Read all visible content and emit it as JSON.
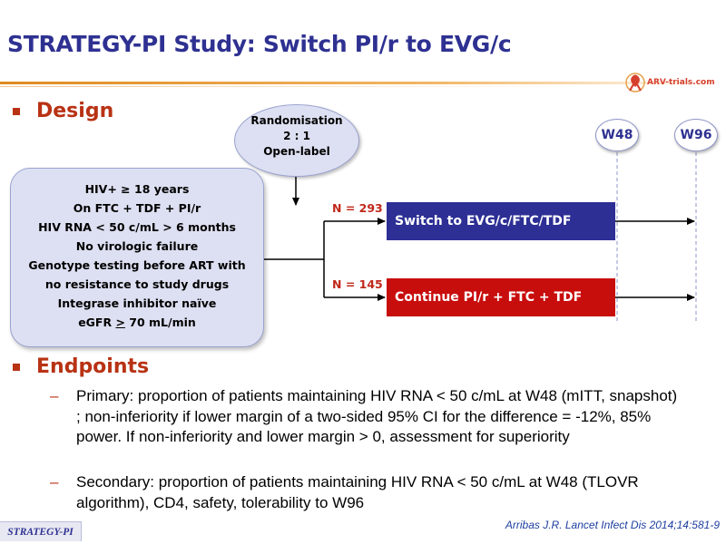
{
  "slide": {
    "title": "STRATEGY-PI Study: Switch PI/r to EVG/c",
    "logo_text": "ARV-trials.com",
    "accent_color": "#2e3191",
    "heading_color": "#b83214"
  },
  "design": {
    "heading": "Design",
    "randomisation": [
      "Randomisation",
      "2 : 1",
      "Open-label"
    ],
    "eligibility": [
      "HIV+ ≥ 18 years",
      "On FTC + TDF + PI/r",
      "HIV RNA < 50 c/mL > 6 months",
      "No virologic failure",
      "Genotype testing before ART with",
      "no resistance to study drugs",
      "Integrase inhibitor naïve"
    ],
    "egfr_prefix": "eGFR ",
    "egfr_symbol": ">",
    "egfr_suffix": " 70 mL/min",
    "timepoints": [
      "W48",
      "W96"
    ],
    "arms": [
      {
        "n_label": "N = 293",
        "label": "Switch to EVG/c/FTC/TDF",
        "color": "#2d2f95"
      },
      {
        "n_label": "N = 145",
        "label": "Continue PI/r + FTC + TDF",
        "color": "#c80d0d"
      }
    ]
  },
  "endpoints": {
    "heading": "Endpoints",
    "items": [
      "Primary: proportion of patients maintaining HIV RNA < 50 c/mL at W48 (mITT, snapshot) ; non-inferiority if lower margin of a two-sided 95% CI for the difference = -12%, 85% power. If non-inferiority and lower margin > 0, assessment for superiority",
      "Secondary: proportion of patients maintaining HIV RNA < 50 c/mL at W48 (TLOVR algorithm), CD4, safety, tolerability to W96"
    ]
  },
  "footer": {
    "label": "STRATEGY-PI",
    "citation": "Arribas J.R. Lancet Infect Dis 2014;14:581-9"
  }
}
